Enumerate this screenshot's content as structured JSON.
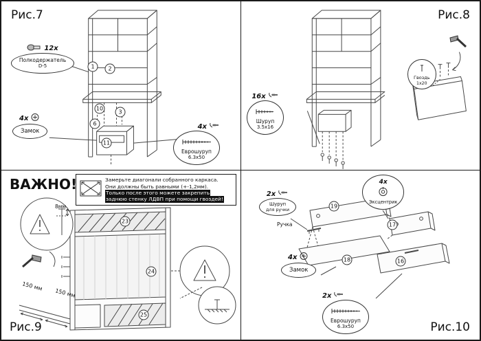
{
  "fig7": {
    "label": "Рис.7",
    "parts": [
      "1",
      "2",
      "3",
      "6",
      "10",
      "11"
    ],
    "shelf_holder": {
      "qty": "12x",
      "name": "Полкодержатель",
      "size": "D-5"
    },
    "lock": {
      "qty": "4x",
      "name": "Замок"
    },
    "euro_screw": {
      "qty": "4x",
      "name": "Еврошуруп",
      "size": "6.3x50"
    }
  },
  "fig8": {
    "label": "Рис.8",
    "screw": {
      "qty": "16x",
      "name": "Шуруп",
      "size": "3.5x16"
    },
    "nail": {
      "name": "Гвоздь",
      "size": "1x20"
    }
  },
  "fig9": {
    "label": "Рис.9",
    "important": "ВАЖНО!!!",
    "warning_lines": [
      "Замерьте диагонали собранного каркаса.",
      "Они должны быть равными (+-1,2мм).",
      "Только после этого можете закрепить",
      "заднюю стенку ЛДВП при помощи гвоздей!"
    ],
    "depth": "8мм",
    "dim_left": "150 мм",
    "dim_right": "150 мм",
    "parts": [
      "23",
      "24",
      "25"
    ]
  },
  "fig10": {
    "label": "Рис.10",
    "handle_screw": {
      "qty": "2x",
      "name": "Шуруп",
      "note": "для ручки"
    },
    "handle_label": "Ручка",
    "eccentric": {
      "qty": "4x",
      "name": "Эксцентрик"
    },
    "lock": {
      "qty": "4x",
      "name": "Замок"
    },
    "euro_screw": {
      "qty": "2x",
      "name": "Еврошуруп",
      "size": "6.3x50"
    },
    "parts": [
      "16",
      "17",
      "18",
      "19"
    ]
  }
}
